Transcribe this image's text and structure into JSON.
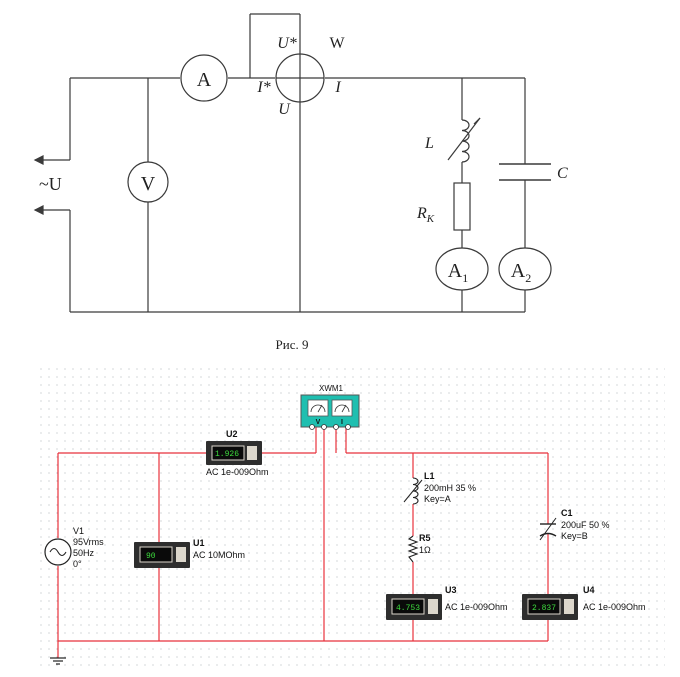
{
  "schematic": {
    "source_label": "~U",
    "ammeter_label": "A",
    "voltmeter_label": "V",
    "wattmeter": {
      "name": "W",
      "u_star": "U*",
      "i_star": "I*",
      "u": "U",
      "i": "I"
    },
    "inductor_label": "L",
    "resistor_label": "R",
    "resistor_sub": "K",
    "capacitor_label": "C",
    "ammeter1_label": "A",
    "ammeter1_sub": "1",
    "ammeter2_label": "A",
    "ammeter2_sub": "2"
  },
  "caption": "Рис. 9",
  "sim": {
    "wattmeter": {
      "ref": "XWM1",
      "v_label": "V",
      "i_label": "I"
    },
    "u2": {
      "ref": "U2",
      "reading": "1.926",
      "info": "AC  1e-009Ohm"
    },
    "u1": {
      "ref": "U1",
      "reading": "90",
      "info": "AC  10MOhm"
    },
    "u3": {
      "ref": "U3",
      "reading": "4.753",
      "info": "AC  1e-009Ohm"
    },
    "u4": {
      "ref": "U4",
      "reading": "2.837",
      "info": "AC  1e-009Ohm"
    },
    "v1": {
      "ref": "V1",
      "line1": "95Vrms",
      "line2": "50Hz",
      "line3": "0°"
    },
    "l1": {
      "ref": "L1",
      "line1": "200mH   35 %",
      "line2": "Key=A"
    },
    "r5": {
      "ref": "R5",
      "line1": "1Ω"
    },
    "c1": {
      "ref": "C1",
      "line1": "200uF    50 %",
      "line2": "Key=B"
    },
    "colors": {
      "wire": "#e8323c",
      "lcd_bg": "#0a0a0a",
      "lcd_text": "#3ddc3d",
      "meter_body": "#2e2e2e",
      "meter_face": "#dcd7cc",
      "wattmeter_body": "#1fbfb0",
      "grid_dot": "#9aa0a6"
    }
  }
}
